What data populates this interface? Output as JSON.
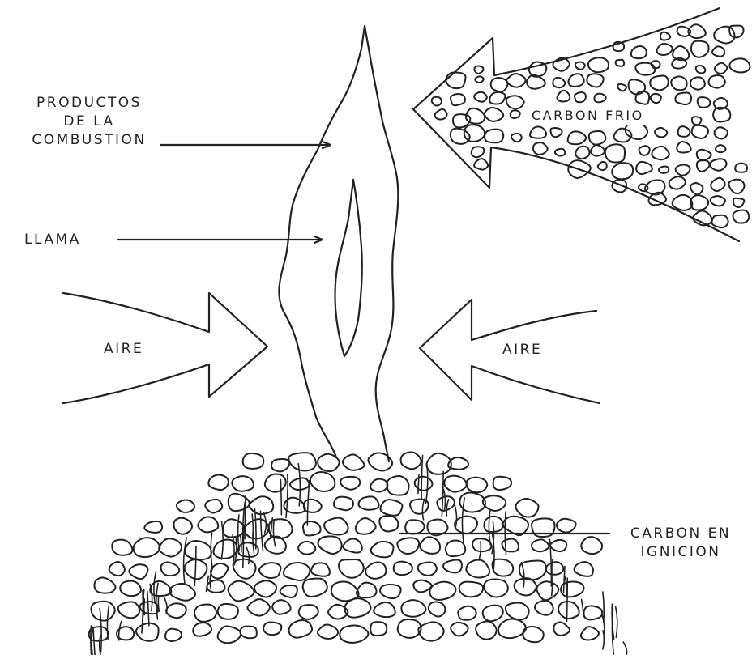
{
  "labels": {
    "productos": [
      "PRODUCTOS",
      "DE LA",
      "COMBUSTION"
    ],
    "llama": "LLAMA",
    "aire_left": "AIRE",
    "aire_right": "AIRE",
    "carbon_frio": "CARBON FRIO",
    "carbon_ignicion": [
      "CARBON EN",
      "IGNICION"
    ]
  },
  "colors": {
    "ink": "#222222",
    "background": "#ffffff"
  }
}
